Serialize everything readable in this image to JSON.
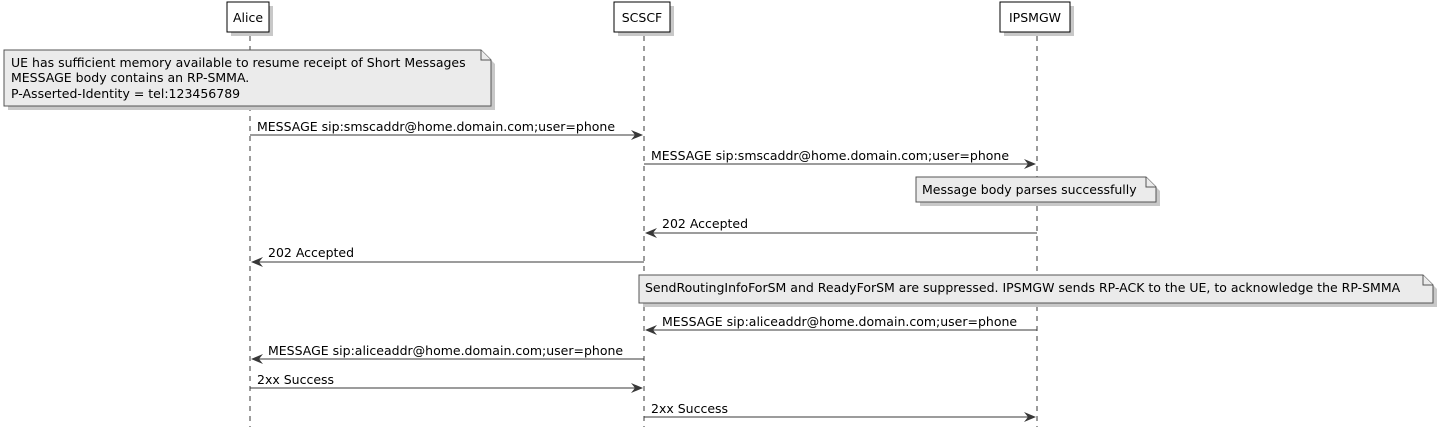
{
  "participants": [
    {
      "id": "alice",
      "label": "Alice"
    },
    {
      "id": "scscf",
      "label": "SCSCF"
    },
    {
      "id": "ipsmgw",
      "label": "IPSMGW"
    }
  ],
  "notes": [
    {
      "lines": [
        "UE has sufficient memory available to resume receipt of Short Messages",
        "MESSAGE body contains an RP-SMMA.",
        "P-Asserted-Identity = tel:123456789"
      ]
    },
    {
      "lines": [
        "Message body parses successfully"
      ]
    },
    {
      "lines": [
        "SendRoutingInfoForSM and ReadyForSM are suppressed. IPSMGW sends RP-ACK to the UE, to acknowledge the RP-SMMA"
      ]
    }
  ],
  "messages": [
    {
      "from": "alice",
      "to": "scscf",
      "label": "MESSAGE sip:smscaddr@home.domain.com;user=phone"
    },
    {
      "from": "scscf",
      "to": "ipsmgw",
      "label": "MESSAGE sip:smscaddr@home.domain.com;user=phone"
    },
    {
      "from": "ipsmgw",
      "to": "scscf",
      "label": "202 Accepted"
    },
    {
      "from": "scscf",
      "to": "alice",
      "label": "202 Accepted"
    },
    {
      "from": "ipsmgw",
      "to": "scscf",
      "label": "MESSAGE sip:aliceaddr@home.domain.com;user=phone"
    },
    {
      "from": "scscf",
      "to": "alice",
      "label": "MESSAGE sip:aliceaddr@home.domain.com;user=phone"
    },
    {
      "from": "alice",
      "to": "scscf",
      "label": "2xx Success"
    },
    {
      "from": "scscf",
      "to": "ipsmgw",
      "label": "2xx Success"
    }
  ],
  "colors": {
    "line": "#383838",
    "participant_fill": "#ffffff",
    "note_fill": "#ebebeb",
    "note_stroke": "#555555",
    "shadow": "#c8c8c8"
  }
}
